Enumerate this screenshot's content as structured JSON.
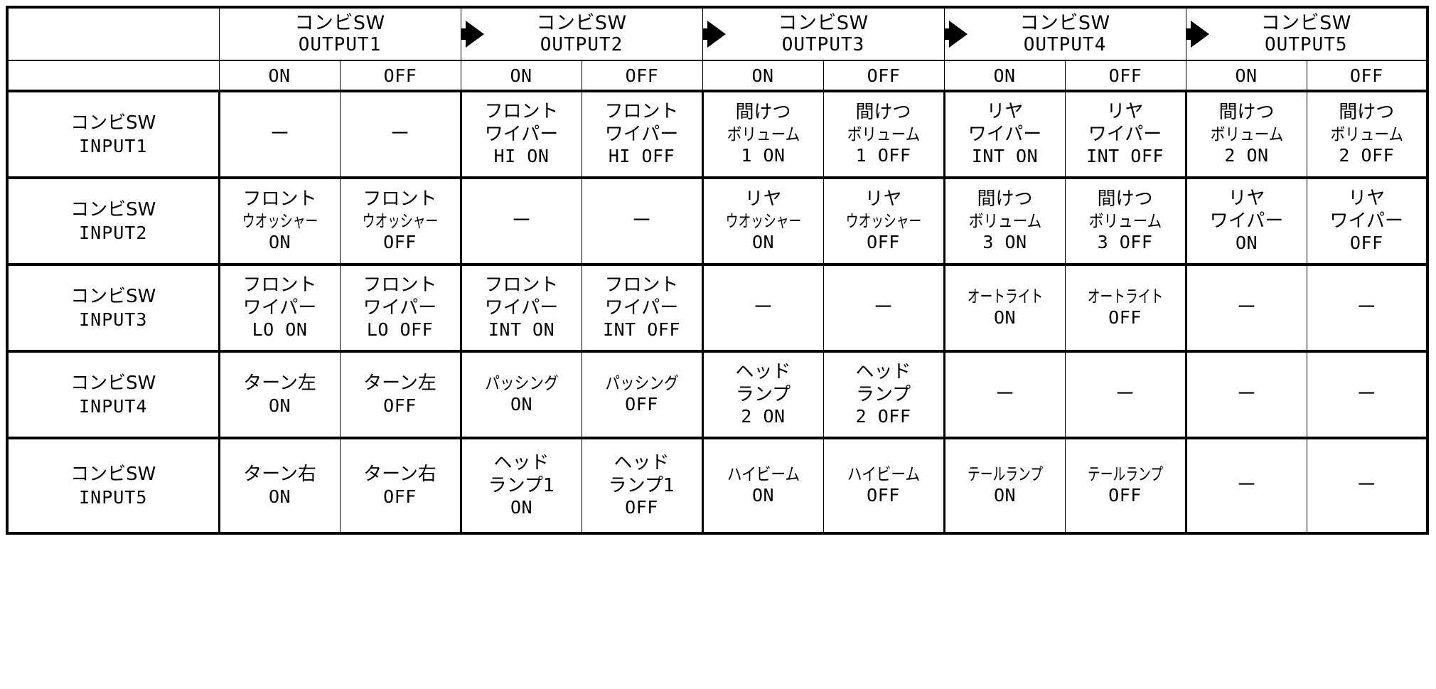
{
  "table": {
    "corner_label": "",
    "groups": [
      {
        "name": "コンビSW",
        "output": "OUTPUT1",
        "arrow_after": true
      },
      {
        "name": "コンビSW",
        "output": "OUTPUT2",
        "arrow_after": true
      },
      {
        "name": "コンビSW",
        "output": "OUTPUT3",
        "arrow_after": true
      },
      {
        "name": "コンビSW",
        "output": "OUTPUT4",
        "arrow_after": true
      },
      {
        "name": "コンビSW",
        "output": "OUTPUT5",
        "arrow_after": false
      }
    ],
    "state_headers": [
      "ON",
      "OFF"
    ],
    "dash": "－",
    "rows": [
      {
        "label_jp": "コンビSW",
        "label_id": "INPUT1",
        "cells": [
          {
            "lines": [],
            "dash": true
          },
          {
            "lines": [],
            "dash": true
          },
          {
            "lines": [
              "フロント",
              "ワイパー",
              "HI ON"
            ]
          },
          {
            "lines": [
              "フロント",
              "ワイパー",
              "HI OFF"
            ]
          },
          {
            "lines": [
              "間けつ",
              "ボリューム",
              "1 ON"
            ]
          },
          {
            "lines": [
              "間けつ",
              "ボリューム",
              "1 OFF"
            ]
          },
          {
            "lines": [
              "リヤ",
              "ワイパー",
              "INT ON"
            ]
          },
          {
            "lines": [
              "リヤ",
              "ワイパー",
              "INT OFF"
            ]
          },
          {
            "lines": [
              "間けつ",
              "ボリューム",
              "2 ON"
            ]
          },
          {
            "lines": [
              "間けつ",
              "ボリューム",
              "2 OFF"
            ]
          }
        ]
      },
      {
        "label_jp": "コンビSW",
        "label_id": "INPUT2",
        "cells": [
          {
            "lines": [
              "フロント",
              "ウオッシャー",
              "ON"
            ]
          },
          {
            "lines": [
              "フロント",
              "ウオッシャー",
              "OFF"
            ]
          },
          {
            "lines": [],
            "dash": true
          },
          {
            "lines": [],
            "dash": true
          },
          {
            "lines": [
              "リヤ",
              "ウオッシャー",
              "ON"
            ]
          },
          {
            "lines": [
              "リヤ",
              "ウオッシャー",
              "OFF"
            ]
          },
          {
            "lines": [
              "間けつ",
              "ボリューム",
              "3 ON"
            ]
          },
          {
            "lines": [
              "間けつ",
              "ボリューム",
              "3 OFF"
            ]
          },
          {
            "lines": [
              "リヤ",
              "ワイパー",
              "ON"
            ]
          },
          {
            "lines": [
              "リヤ",
              "ワイパー",
              "OFF"
            ]
          }
        ]
      },
      {
        "label_jp": "コンビSW",
        "label_id": "INPUT3",
        "cells": [
          {
            "lines": [
              "フロント",
              "ワイパー",
              "LO ON"
            ]
          },
          {
            "lines": [
              "フロント",
              "ワイパー",
              "LO OFF"
            ]
          },
          {
            "lines": [
              "フロント",
              "ワイパー",
              "INT ON"
            ]
          },
          {
            "lines": [
              "フロント",
              "ワイパー",
              "INT OFF"
            ]
          },
          {
            "lines": [],
            "dash": true
          },
          {
            "lines": [],
            "dash": true
          },
          {
            "lines": [
              "オートライト",
              "ON"
            ]
          },
          {
            "lines": [
              "オートライト",
              "OFF"
            ]
          },
          {
            "lines": [],
            "dash": true
          },
          {
            "lines": [],
            "dash": true
          }
        ]
      },
      {
        "label_jp": "コンビSW",
        "label_id": "INPUT4",
        "cells": [
          {
            "lines": [
              "ターン左",
              "ON"
            ]
          },
          {
            "lines": [
              "ターン左",
              "OFF"
            ]
          },
          {
            "lines": [
              "パッシング",
              "ON"
            ]
          },
          {
            "lines": [
              "パッシング",
              "OFF"
            ]
          },
          {
            "lines": [
              "ヘッド",
              "ランプ",
              "2 ON"
            ]
          },
          {
            "lines": [
              "ヘッド",
              "ランプ",
              "2 OFF"
            ]
          },
          {
            "lines": [],
            "dash": true
          },
          {
            "lines": [],
            "dash": true
          },
          {
            "lines": [],
            "dash": true
          },
          {
            "lines": [],
            "dash": true
          }
        ]
      },
      {
        "label_jp": "コンビSW",
        "label_id": "INPUT5",
        "cells": [
          {
            "lines": [
              "ターン右",
              "ON"
            ]
          },
          {
            "lines": [
              "ターン右",
              "OFF"
            ]
          },
          {
            "lines": [
              "ヘッド",
              "ランプ1",
              "ON"
            ]
          },
          {
            "lines": [
              "ヘッド",
              "ランプ1",
              "OFF"
            ]
          },
          {
            "lines": [
              "ハイビーム",
              "ON"
            ]
          },
          {
            "lines": [
              "ハイビーム",
              "OFF"
            ]
          },
          {
            "lines": [
              "テールランプ",
              "ON"
            ]
          },
          {
            "lines": [
              "テールランプ",
              "OFF"
            ]
          },
          {
            "lines": [],
            "dash": true
          },
          {
            "lines": [],
            "dash": true
          }
        ]
      }
    ]
  },
  "colors": {
    "line": "#000000",
    "background": "#ffffff",
    "arrow": "#000000"
  }
}
